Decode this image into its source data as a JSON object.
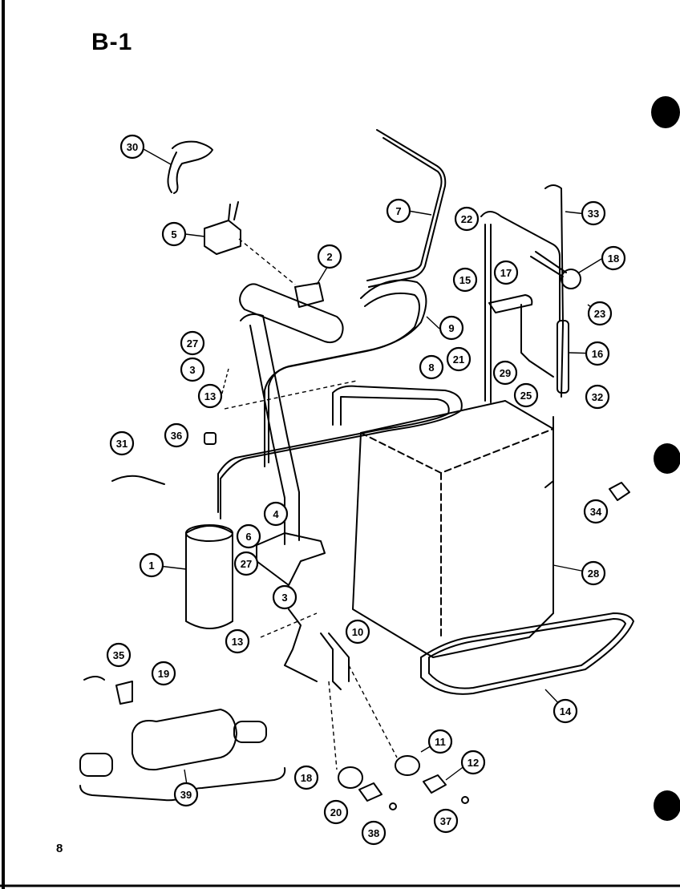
{
  "page_title": "B-1",
  "page_number": "8",
  "callouts": [
    "30",
    "7",
    "33",
    "22",
    "5",
    "2",
    "18",
    "15",
    "17",
    "23",
    "9",
    "27",
    "3",
    "13",
    "8",
    "21",
    "16",
    "29",
    "25",
    "32",
    "36",
    "31",
    "4",
    "34",
    "1",
    "6",
    "27",
    "3",
    "28",
    "13",
    "10",
    "35",
    "19",
    "14",
    "11",
    "12",
    "39",
    "18",
    "20",
    "37",
    "38"
  ]
}
